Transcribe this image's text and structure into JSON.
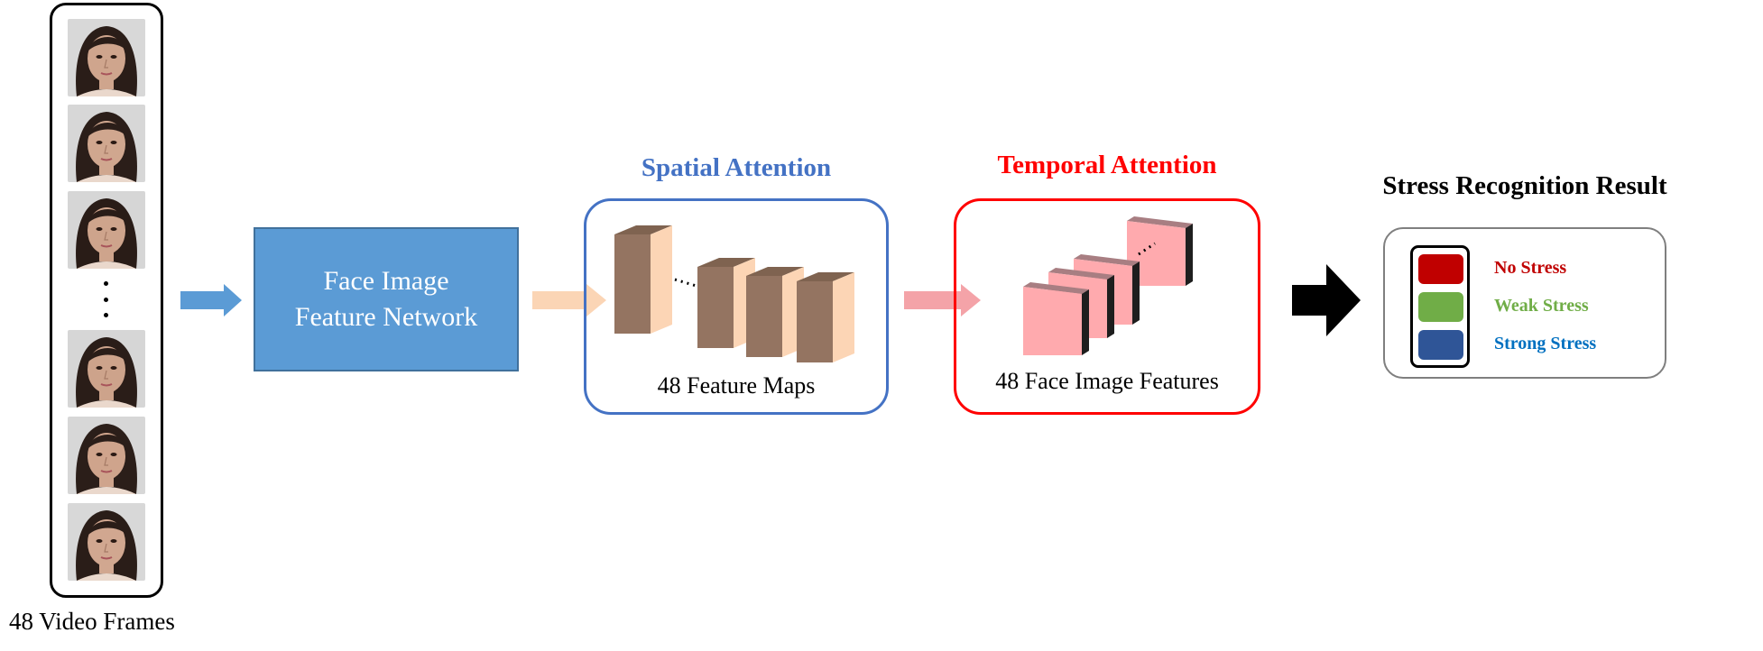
{
  "input": {
    "label": "48 Video Frames",
    "frames": [
      {
        "skin": "#cfa58d",
        "hair": "#2a1d18",
        "bg": "#d8d8d8"
      },
      {
        "skin": "#d0a78f",
        "hair": "#2b1e19",
        "bg": "#d7d7d7"
      },
      {
        "skin": "#cea48c",
        "hair": "#291c17",
        "bg": "#d6d6d6"
      },
      {
        "skin": "#cda38b",
        "hair": "#2a1d18",
        "bg": "#d6d6d6"
      },
      {
        "skin": "#cfa48c",
        "hair": "#2b1e19",
        "bg": "#d7d7d7"
      },
      {
        "skin": "#d1a790",
        "hair": "#2a1d18",
        "bg": "#d8d8d8"
      }
    ]
  },
  "network": {
    "line1": "Face Image",
    "line2": "Feature Network",
    "color": "#5b9bd5"
  },
  "spatial": {
    "title": "Spatial Attention",
    "caption": "48 Feature Maps",
    "color": "#4472c4"
  },
  "temporal": {
    "title": "Temporal Attention",
    "caption": "48 Face Image Features",
    "color": "#ff0000"
  },
  "result": {
    "title": "Stress Recognition Result",
    "items": [
      {
        "label": "No Stress",
        "swatch": "#c00000",
        "text_color": "#c00000"
      },
      {
        "label": "Weak Stress",
        "swatch": "#70ad47",
        "text_color": "#70ad47"
      },
      {
        "label": "Strong Stress",
        "swatch": "#2f5597",
        "text_color": "#0070c0"
      }
    ]
  },
  "arrows": {
    "to_network": "#5b9bd5",
    "to_spatial": "#fbd5b5",
    "to_temporal": "#f4a3a8",
    "to_result": "#000000"
  }
}
